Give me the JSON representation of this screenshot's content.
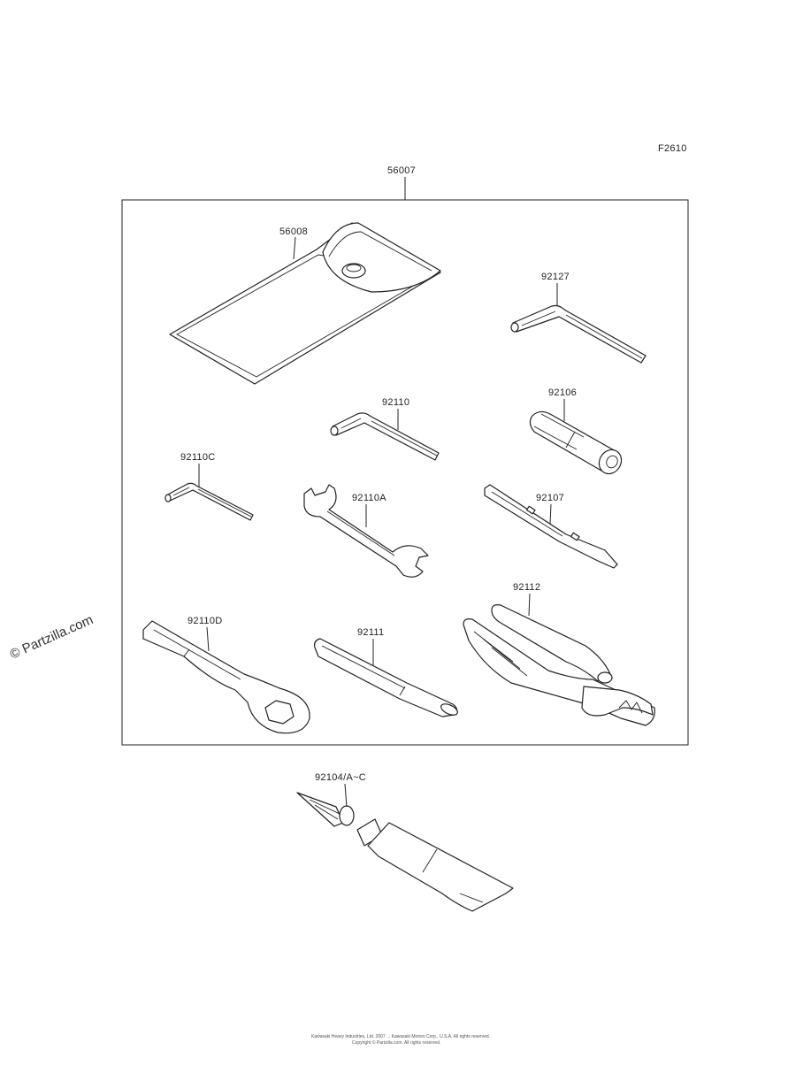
{
  "diagram": {
    "figure_code": "F2610",
    "kit_label": "56007",
    "watermark": "© Partzilla.com",
    "footer_line1": "Kawasaki Heavy Industries, Ltd. 2007 ... Kawasaki Motors Corp., U.S.A. All rights reserved.",
    "footer_line2": "Copyright © Partzilla.com. All rights reserved.",
    "parts": {
      "tool_bag": "56008",
      "hex_key_large": "92127",
      "hex_key_medium": "92110",
      "spark_plug_socket": "92106",
      "hex_key_small": "92110C",
      "open_wrench": "92110A",
      "screwdriver": "92107",
      "pliers": "92112",
      "box_wrench": "92110D",
      "extension_bar": "92111",
      "repair_kit": "92104/A~C"
    }
  }
}
